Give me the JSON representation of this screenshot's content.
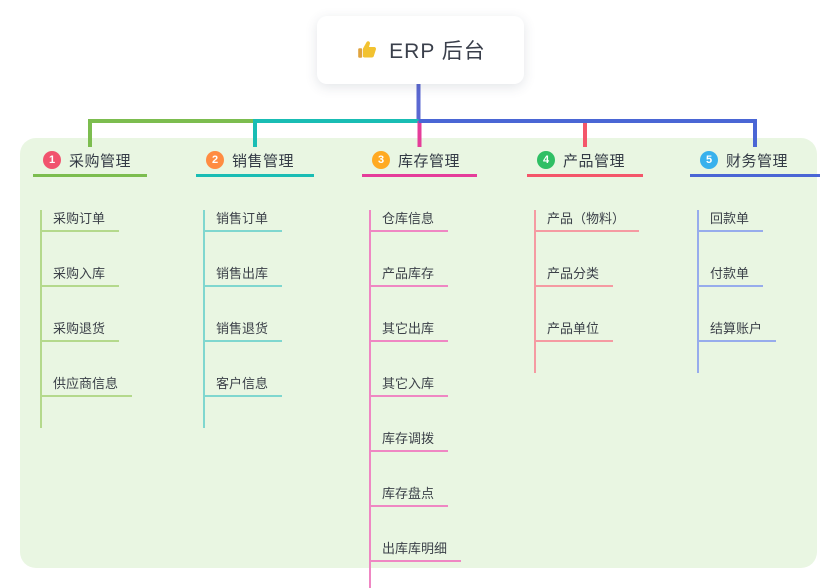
{
  "root": {
    "title": "ERP 后台",
    "icon": "thumbs-up-icon"
  },
  "colors": {
    "root_connector": "#5b68d2",
    "panel_bg": "#e9f6e2",
    "root_card_bg": "#ffffff",
    "root_text": "#3a3f4b",
    "child_text": "#3c4149",
    "thumb_gold": "#f2c230"
  },
  "branches": [
    {
      "badge": "1",
      "label": "采购管理",
      "badge_color": "#f1536e",
      "line_color": "#7cbd4f",
      "child_line_color": "#b4d98c",
      "children": [
        "采购订单",
        "采购入库",
        "采购退货",
        "供应商信息"
      ]
    },
    {
      "badge": "2",
      "label": "销售管理",
      "badge_color": "#ff8c42",
      "line_color": "#19bdb4",
      "child_line_color": "#7fd7cf",
      "children": [
        "销售订单",
        "销售出库",
        "销售退货",
        "客户信息"
      ]
    },
    {
      "badge": "3",
      "label": "库存管理",
      "badge_color": "#ffaa22",
      "line_color": "#e53d9a",
      "child_line_color": "#ef87c3",
      "children": [
        "仓库信息",
        "产品库存",
        "其它出库",
        "其它入库",
        "库存调拨",
        "库存盘点",
        "出库库明细"
      ]
    },
    {
      "badge": "4",
      "label": "产品管理",
      "badge_color": "#2fbf64",
      "line_color": "#f4566a",
      "child_line_color": "#f59aa2",
      "children": [
        "产品（物料）",
        "产品分类",
        "产品单位"
      ]
    },
    {
      "badge": "5",
      "label": "财务管理",
      "badge_color": "#38b1ed",
      "line_color": "#4a66d5",
      "child_line_color": "#97acec",
      "children": [
        "回款单",
        "付款单",
        "结算账户"
      ]
    }
  ]
}
